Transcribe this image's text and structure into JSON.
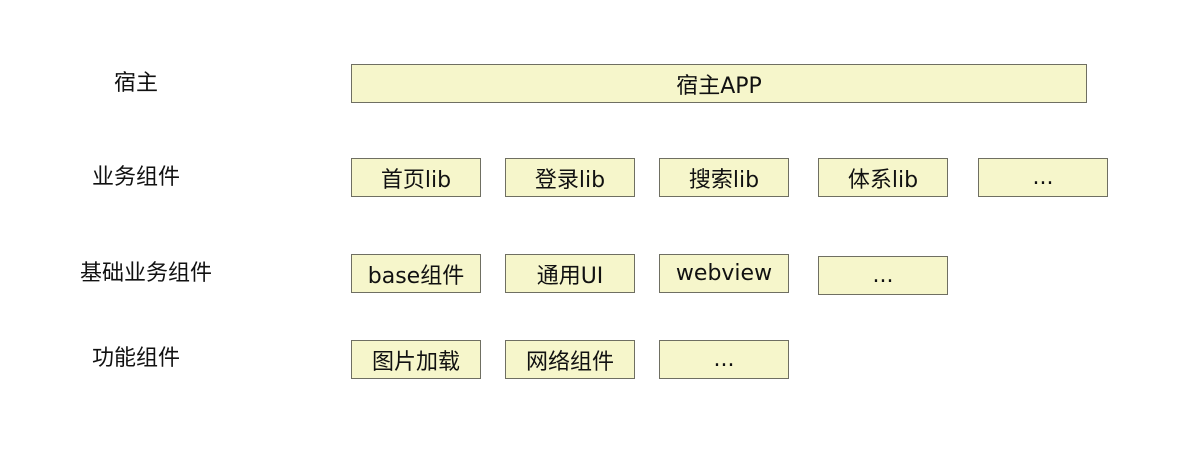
{
  "layers": {
    "host": {
      "label": "宿主",
      "items": [
        "宿主APP"
      ]
    },
    "business": {
      "label": "业务组件",
      "items": [
        "首页lib",
        "登录lib",
        "搜索lib",
        "体系lib",
        "..."
      ]
    },
    "base_business": {
      "label": "基础业务组件",
      "items": [
        "base组件",
        "通用UI",
        "webview",
        "..."
      ]
    },
    "functional": {
      "label": "功能组件",
      "items": [
        "图片加载",
        "网络组件",
        "..."
      ]
    }
  },
  "colors": {
    "box_fill": "#f6f6cb",
    "box_border": "#6f6f62",
    "text": "#111111"
  }
}
